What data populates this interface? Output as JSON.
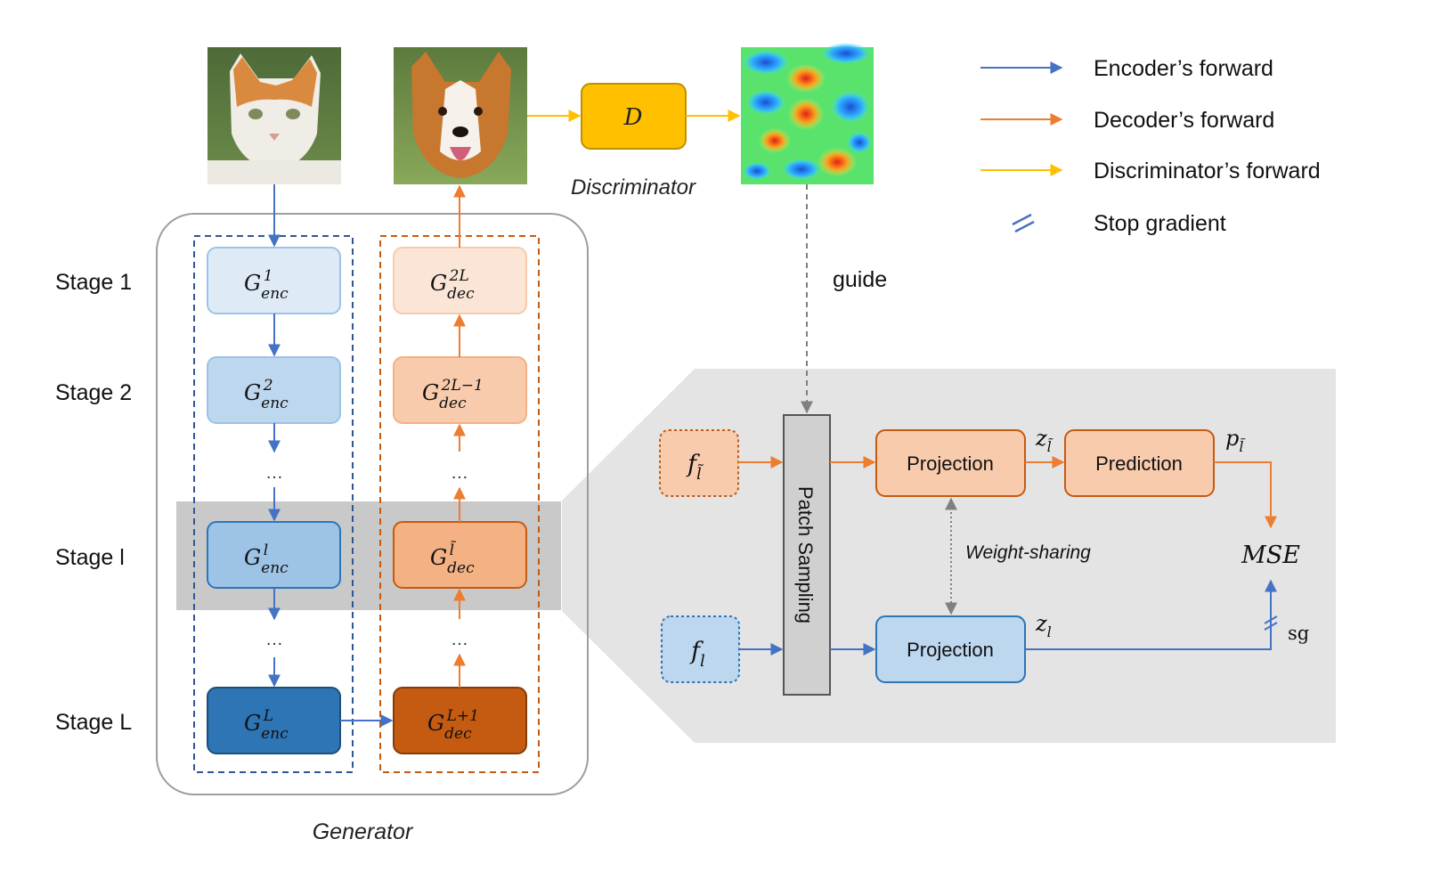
{
  "legend": [
    {
      "label": "Encoder’s forward",
      "color": "#4472c4"
    },
    {
      "label": "Decoder’s forward",
      "color": "#ed7d31"
    },
    {
      "label": "Discriminator’s forward",
      "color": "#ffc000"
    },
    {
      "label": "Stop gradient",
      "color": "#4472c4"
    }
  ],
  "stages": [
    "Stage 1",
    "Stage 2",
    "Stage l",
    "Stage L"
  ],
  "ellipsis": "…",
  "encoder": [
    {
      "base": "G",
      "sub": "enc",
      "sup": "1"
    },
    {
      "base": "G",
      "sub": "enc",
      "sup": "2"
    },
    {
      "base": "G",
      "sub": "enc",
      "sup": "l"
    },
    {
      "base": "G",
      "sub": "enc",
      "sup": "L"
    }
  ],
  "decoder": [
    {
      "base": "G",
      "sub": "dec",
      "sup": "2L"
    },
    {
      "base": "G",
      "sub": "dec",
      "sup": "2L−1"
    },
    {
      "base": "G",
      "sub": "dec",
      "sup": "l̃"
    },
    {
      "base": "G",
      "sub": "dec",
      "sup": "L+1"
    }
  ],
  "generator_label": "Generator",
  "discriminator_box": "D",
  "discriminator_label": "Discriminator",
  "guide_label": "guide",
  "patch_sampling": "Patch Sampling",
  "projection_top": "Projection",
  "projection_bottom": "Projection",
  "prediction": "Prediction",
  "weight_sharing": "Weight-sharing",
  "f_top": {
    "base": "f",
    "sub": "l̃"
  },
  "f_bottom": {
    "base": "f",
    "sub": "l"
  },
  "z_top": {
    "base": "z",
    "sub": "l̃"
  },
  "z_bottom": {
    "base": "z",
    "sub": "l"
  },
  "p_top": {
    "base": "p",
    "sub": "l̃"
  },
  "mse": "MSE",
  "sg": "sg",
  "colors": {
    "encoder": "#4472c4",
    "decoder": "#ed7d31",
    "discriminator": "#ffc000",
    "enc_fills": [
      "#deebf7",
      "#bdd7ee",
      "#9dc3e6",
      "#2e75b6"
    ],
    "dec_fills": [
      "#fbe5d6",
      "#f8cbad",
      "#f4b183",
      "#c55a11"
    ]
  }
}
